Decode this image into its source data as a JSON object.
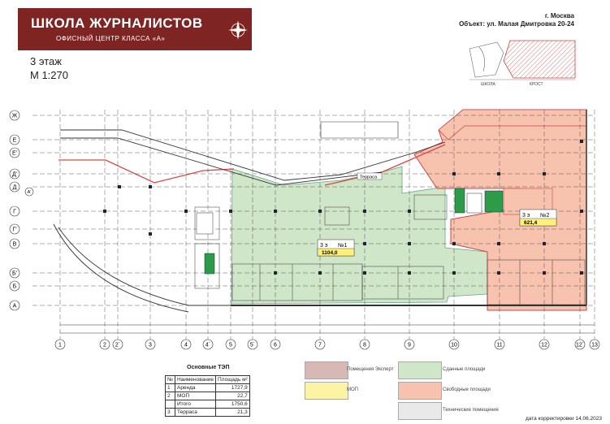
{
  "header": {
    "title": "ШКОЛА ЖУРНАЛИСТОВ",
    "subtitle": "ОФИСНЫЙ ЦЕНТР КЛАССА «А»",
    "city": "г. Москва",
    "object": "Объект: ул. Малая Дмитровка 20-24"
  },
  "floor": {
    "label": "3 этаж",
    "scale": "М 1:270"
  },
  "minimap": {
    "label_school": "ШКОЛА",
    "label_krost": "КРОСТ"
  },
  "axes": {
    "rows": [
      "Ж",
      "Е",
      "Е'",
      "Д'",
      "Д",
      "Г",
      "Г'",
      "В",
      "Б'",
      "Б",
      "А"
    ],
    "cols": [
      "1",
      "2",
      "2´",
      "3",
      "4",
      "4´",
      "5",
      "5´",
      "6",
      "7",
      "8",
      "9",
      "10",
      "11",
      "12",
      "12´",
      "13"
    ]
  },
  "zones": {
    "z1": {
      "tag": "3 э",
      "name": "№1",
      "area": "1104,0"
    },
    "z2": {
      "tag": "3 э",
      "name": "№2",
      "area": "621,4"
    },
    "terrace": "Терраса"
  },
  "tep": {
    "title": "Основные ТЭП",
    "head": [
      "№",
      "Наименование",
      "Площадь м²"
    ],
    "rows": [
      [
        "1",
        "Аренда",
        "1727,9"
      ],
      [
        "2",
        "МОП",
        "22,7"
      ],
      [
        "",
        "Итого",
        "1750,6"
      ],
      [
        "3",
        "Терраса",
        "21,3"
      ]
    ]
  },
  "legend": {
    "expert": "Помещения Эксперт",
    "mop": "МОП",
    "rented": "Сданные площади",
    "free": "Свободные площади",
    "tech": "Технические помещения",
    "colors": {
      "expert": "#d8b8b4",
      "mop": "#fdf3a4",
      "rented": "#cfe6c9",
      "free": "#f7c3ae",
      "tech": "#e9e9e9"
    }
  },
  "correction": "дата корректировки  14.06.2023"
}
